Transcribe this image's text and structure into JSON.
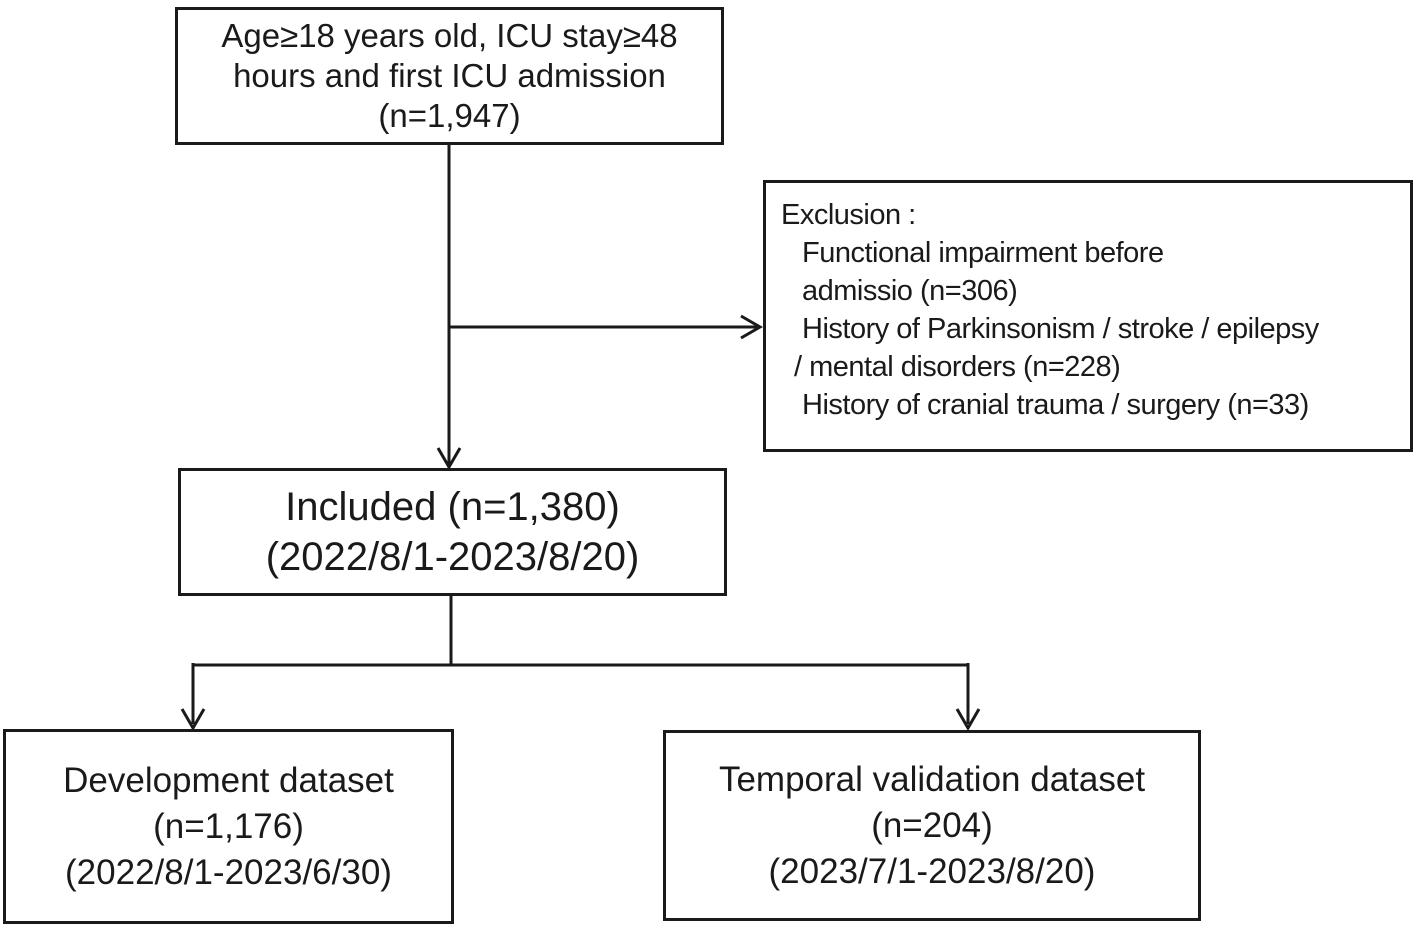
{
  "figure": {
    "type": "flowchart",
    "background_color": "#ffffff",
    "line_color": "#1a1a1a",
    "boxes": {
      "eligible": {
        "lines": [
          "Age≥18 years old, ICU stay≥48",
          "hours and first ICU admission",
          "(n=1,947)"
        ]
      },
      "exclusion": {
        "lines": [
          "Exclusion :",
          "Functional impairment before",
          "admissio (n=306)",
          "History of Parkinsonism / stroke / epilepsy",
          "/ mental disorders (n=228)",
          "History of cranial trauma / surgery (n=33)"
        ]
      },
      "included": {
        "lines": [
          "Included (n=1,380)",
          "(2022/8/1-2023/8/20)"
        ]
      },
      "development": {
        "lines": [
          "Development dataset",
          "(n=1,176)",
          "(2022/8/1-2023/6/30)"
        ]
      },
      "validation": {
        "lines": [
          "Temporal validation dataset",
          "(n=204)",
          "(2023/7/1-2023/8/20)"
        ]
      }
    }
  }
}
